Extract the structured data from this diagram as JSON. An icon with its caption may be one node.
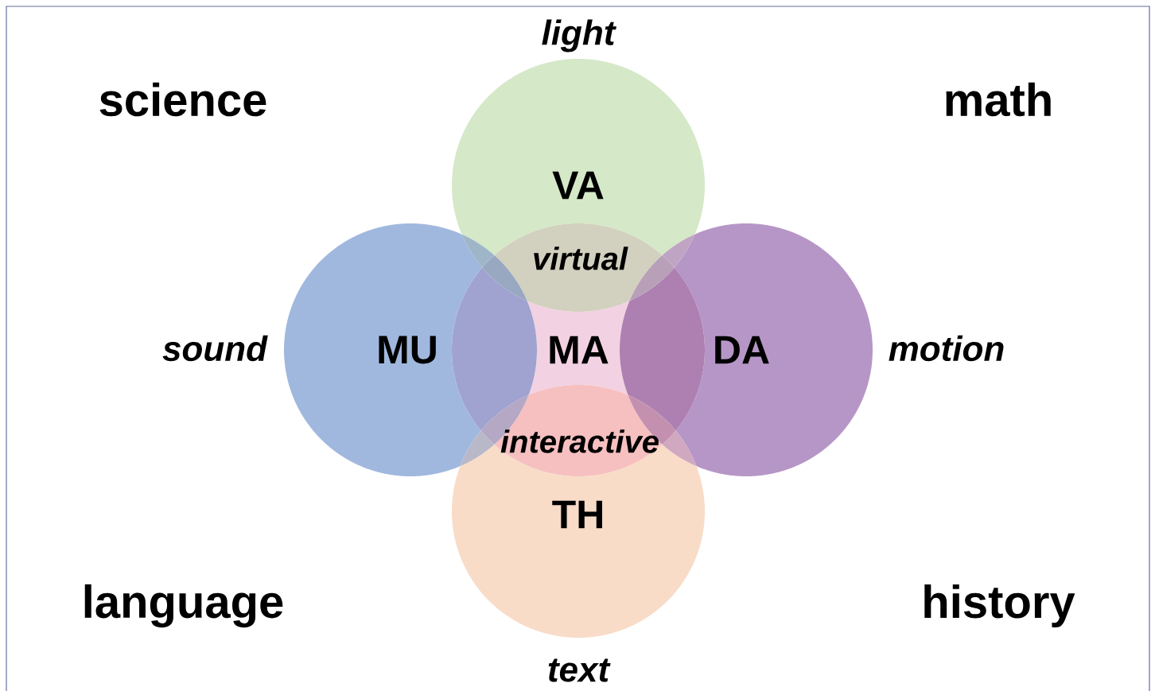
{
  "diagram": {
    "nodes": [
      {
        "text": [
          "VA"
        ],
        "beside": [
          "light"
        ]
      },
      {
        "text": [
          "MU"
        ],
        "beside": [
          "sound"
        ]
      },
      {
        "text": [
          "MA"
        ]
      },
      {
        "text": [
          "DA"
        ],
        "beside": [
          "motion"
        ]
      },
      {
        "text": [
          "TH"
        ],
        "beside": [
          "text"
        ]
      }
    ],
    "labels": [
      "science",
      "math",
      "virtual",
      "interactive",
      "language",
      "history"
    ]
  }
}
